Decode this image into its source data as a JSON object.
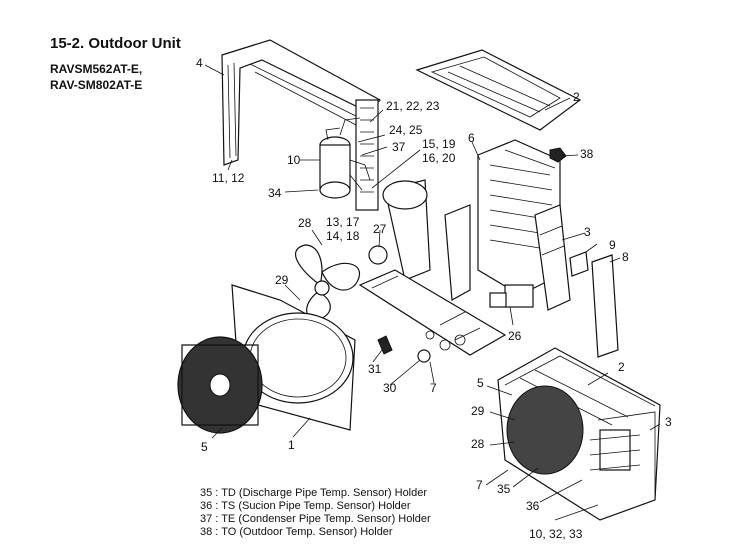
{
  "header": {
    "title": "15-2.  Outdoor Unit",
    "models": [
      "RAVSM562AT-E,",
      "RAV-SM802AT-E"
    ]
  },
  "callouts": {
    "c1": "1",
    "c2a": "2",
    "c2b": "2",
    "c3a": "3",
    "c3b": "3",
    "c4": "4",
    "c5a": "5",
    "c5b": "5",
    "c6": "6",
    "c7a": "7",
    "c7b": "7",
    "c8": "8",
    "c9": "9",
    "c10": "10",
    "c11_12": "11, 12",
    "c13_17": "13, 17",
    "c14_18": "14, 18",
    "c15_19": "15, 19",
    "c16_20": "16, 20",
    "c21_23": "21, 22, 23",
    "c24_25": "24, 25",
    "c26": "26",
    "c27": "27",
    "c28a": "28",
    "c28b": "28",
    "c29a": "29",
    "c29b": "29",
    "c30": "30",
    "c31": "31",
    "c34": "34",
    "c35": "35",
    "c36": "36",
    "c37": "37",
    "c38": "38",
    "c10_32_33": "10, 32, 33"
  },
  "legend": [
    "35 : TD (Discharge Pipe Temp. Sensor) Holder",
    "36 : TS (Sucion Pipe Temp. Sensor) Holder",
    "37 : TE (Condenser Pipe Temp. Sensor) Holder",
    "38 : TO (Outdoor Temp. Sensor) Holder"
  ]
}
